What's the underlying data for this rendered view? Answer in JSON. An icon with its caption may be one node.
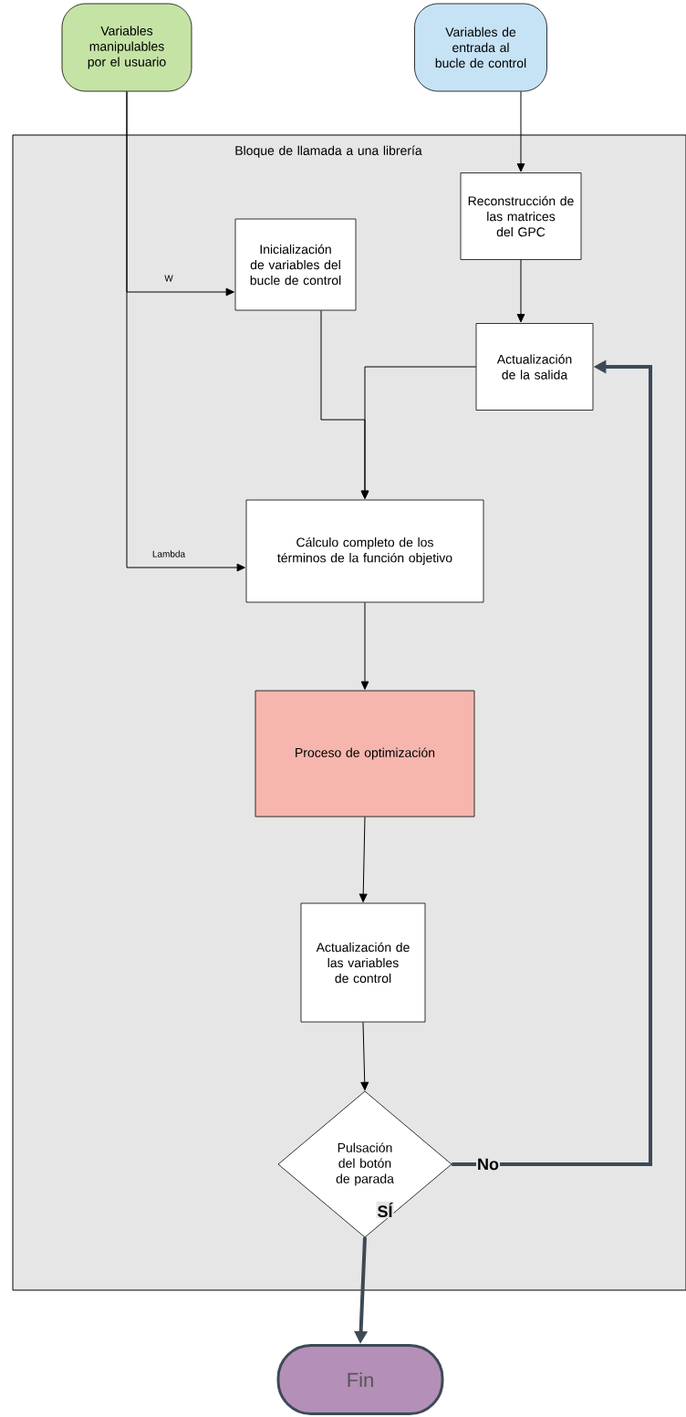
{
  "diagram": {
    "nodes": [
      {
        "text": [
          "Variables manipulables por el usuario"
        ]
      },
      {
        "text": [
          "Variables de entrada al bucle de control"
        ]
      },
      {
        "text": [
          "Bloque de llamada a una librería"
        ]
      },
      {
        "text": [
          "Inicialización de variables del bucle de control"
        ],
        "in": 2
      },
      {
        "text": [
          "Reconstrucción de las matrices del GPC"
        ],
        "in": 2
      },
      {
        "text": [
          "Actualización de la salida"
        ],
        "in": 2
      },
      {
        "text": [
          "Cálculo completo de los términos de la función objetivo"
        ],
        "in": 2
      },
      {
        "text": [
          "Proceso de optimización"
        ],
        "in": 2
      },
      {
        "text": [
          "Actualización de las variables de control"
        ],
        "in": 2
      },
      {
        "text": [
          "Pulsación del botón de parada"
        ],
        "in": 2
      },
      {
        "text": [
          "Fin"
        ]
      }
    ],
    "edges": [
      {
        "from": 0,
        "to": 3,
        "arrow": "to",
        "label": "W"
      },
      {
        "from": 0,
        "to": 6,
        "arrow": "to",
        "label": "Lambda"
      },
      {
        "from": 1,
        "to": 4,
        "arrow": "to"
      },
      {
        "from": 4,
        "to": 5,
        "arrow": "to"
      },
      {
        "from": 3,
        "to": 6,
        "arrow": "to"
      },
      {
        "from": 5,
        "to": 6,
        "arrow": "to"
      },
      {
        "from": 6,
        "to": 7,
        "arrow": "to"
      },
      {
        "from": 7,
        "to": 8,
        "arrow": "to"
      },
      {
        "from": 8,
        "to": 9,
        "arrow": "to"
      },
      {
        "from": 9,
        "to": 5,
        "arrow": "to",
        "label": "No",
        "style": "thick",
        "color": "#3d4a55"
      },
      {
        "from": 9,
        "to": 10,
        "arrow": "to",
        "label": "SÍ",
        "style": "thick",
        "color": "#3d4a55"
      }
    ]
  }
}
